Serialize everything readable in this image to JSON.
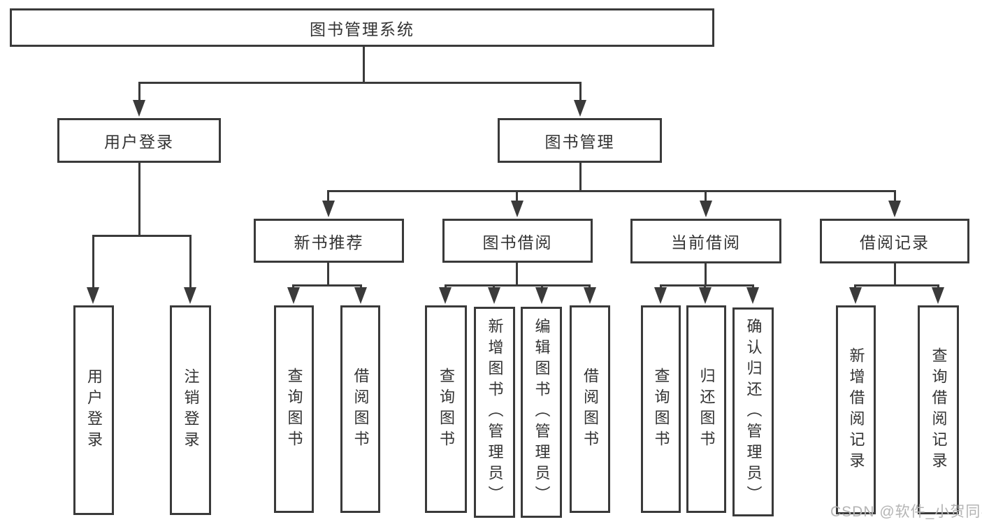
{
  "diagram": {
    "root_label": "图书管理系统",
    "branches": {
      "user_login": {
        "label": "用户登录",
        "leaves": [
          "用户登录",
          "注销登录"
        ]
      },
      "book_mgmt": {
        "label": "图书管理",
        "groups": [
          {
            "label": "新书推荐",
            "leaves": [
              "查询图书",
              "借阅图书"
            ]
          },
          {
            "label": "图书借阅",
            "leaves": [
              "查询图书",
              "新增图书（管理员）",
              "编辑图书（管理员）",
              "借阅图书"
            ]
          },
          {
            "label": "当前借阅",
            "leaves": [
              "查询图书",
              "归还图书",
              "确认归还（管理员）"
            ]
          },
          {
            "label": "借阅记录",
            "leaves": [
              "新增借阅记录",
              "查询借阅记录"
            ]
          }
        ]
      }
    }
  },
  "watermark": "CSDN @软件_小贺同学",
  "colors": {
    "line": "#3a3a3a",
    "text": "#333333",
    "box_background": "#ffffff",
    "page_background": "#ffffff",
    "watermark": "#b4b4b4"
  }
}
